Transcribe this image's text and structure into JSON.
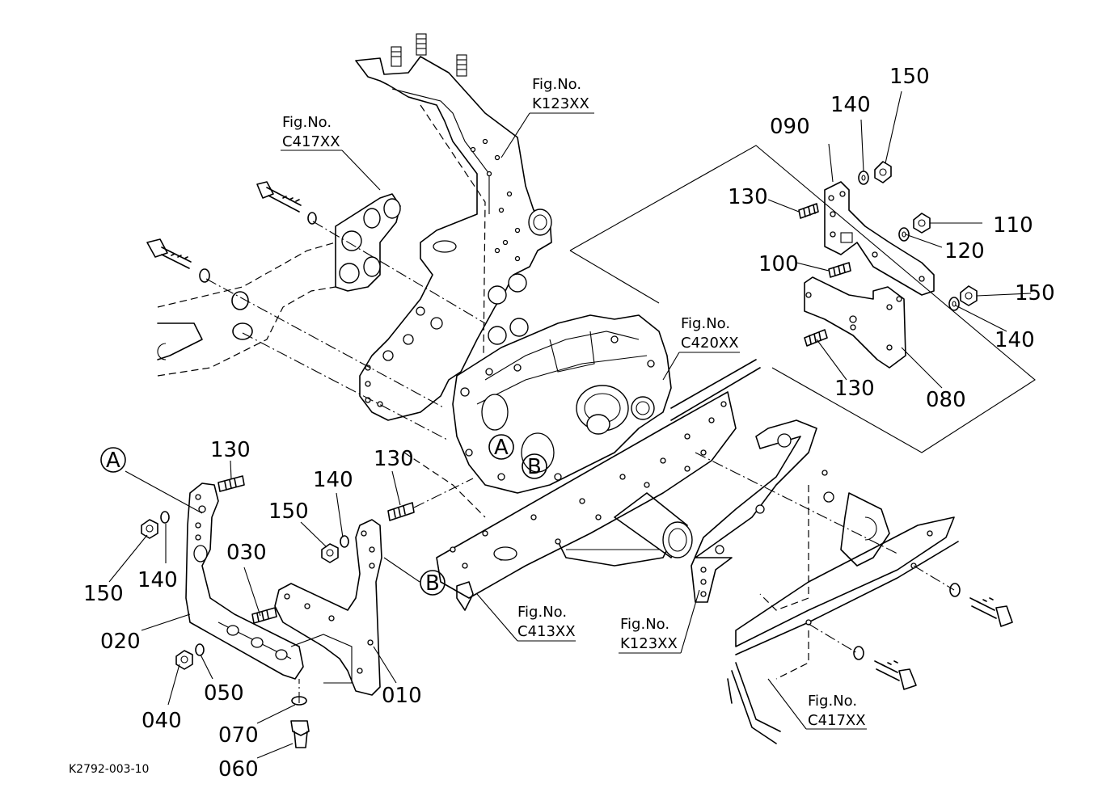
{
  "diagram": {
    "drawing_code": "K2792-003-10",
    "figure_references": [
      {
        "id": "fig-k123-top",
        "line1": "Fig.No.",
        "line2": "K123XX"
      },
      {
        "id": "fig-c417-left",
        "line1": "Fig.No.",
        "line2": "C417XX"
      },
      {
        "id": "fig-c420",
        "line1": "Fig.No.",
        "line2": "C420XX"
      },
      {
        "id": "fig-c413",
        "line1": "Fig.No.",
        "line2": "C413XX"
      },
      {
        "id": "fig-k123-bottom",
        "line1": "Fig.No.",
        "line2": "K123XX"
      },
      {
        "id": "fig-c417-right",
        "line1": "Fig.No.",
        "line2": "C417XX"
      }
    ],
    "part_callouts": [
      "150",
      "140",
      "090",
      "130",
      "110",
      "120",
      "100",
      "150",
      "140",
      "130",
      "080",
      "130",
      "140",
      "150",
      "130",
      "150",
      "140",
      "030",
      "020",
      "040",
      "050",
      "070",
      "060",
      "010"
    ],
    "view_markers": [
      "A",
      "B",
      "A",
      "B"
    ]
  }
}
